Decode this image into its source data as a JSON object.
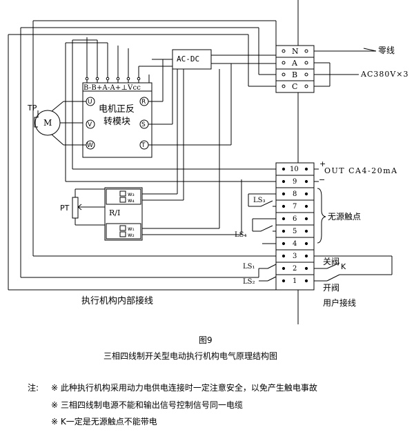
{
  "module": {
    "pins": "B-B+A-A+⊥Vcc",
    "label_line1": "电机正反",
    "label_line2": "转模块",
    "terminals": [
      "U",
      "V",
      "W",
      "R",
      "S",
      "T"
    ]
  },
  "acdc": "AC-DC",
  "motor": {
    "symbol": "M",
    "tp": "TP"
  },
  "pt": {
    "label": "PT",
    "ri": "R/I",
    "windings": [
      "w₃",
      "w₄",
      "w₁",
      "w₂"
    ]
  },
  "terminal_block_top": [
    "N",
    "A",
    "B",
    "C"
  ],
  "terminal_block_bottom": [
    "10",
    "9",
    "8",
    "7",
    "6",
    "5",
    "4",
    "3",
    "2",
    "1"
  ],
  "right_labels": {
    "neutral": "零线",
    "power": "AC380V×3",
    "plus": "+",
    "minus": "−",
    "output": "OUT CA4-20mA",
    "passive_contacts": "无源触点",
    "close_valve": "关阀",
    "k": "K",
    "open_valve": "开阀",
    "user_wiring": "用户接线"
  },
  "limit_switches": [
    "LS₃",
    "LS₄",
    "LS₁",
    "LS₂"
  ],
  "internal_wiring": "执行机构内部接线",
  "figure": {
    "number": "图9",
    "caption": "三相四线制开关型电动执行机构电气原理结构图"
  },
  "notes": {
    "prefix": "注:",
    "items": [
      "※ 此种执行机构采用动力电供电连接时一定注意安全，以免产生触电事故",
      "※ 三相四线制电源不能和输出信号控制信号同一电缆",
      "※ K一定是无源触点不能带电"
    ]
  }
}
